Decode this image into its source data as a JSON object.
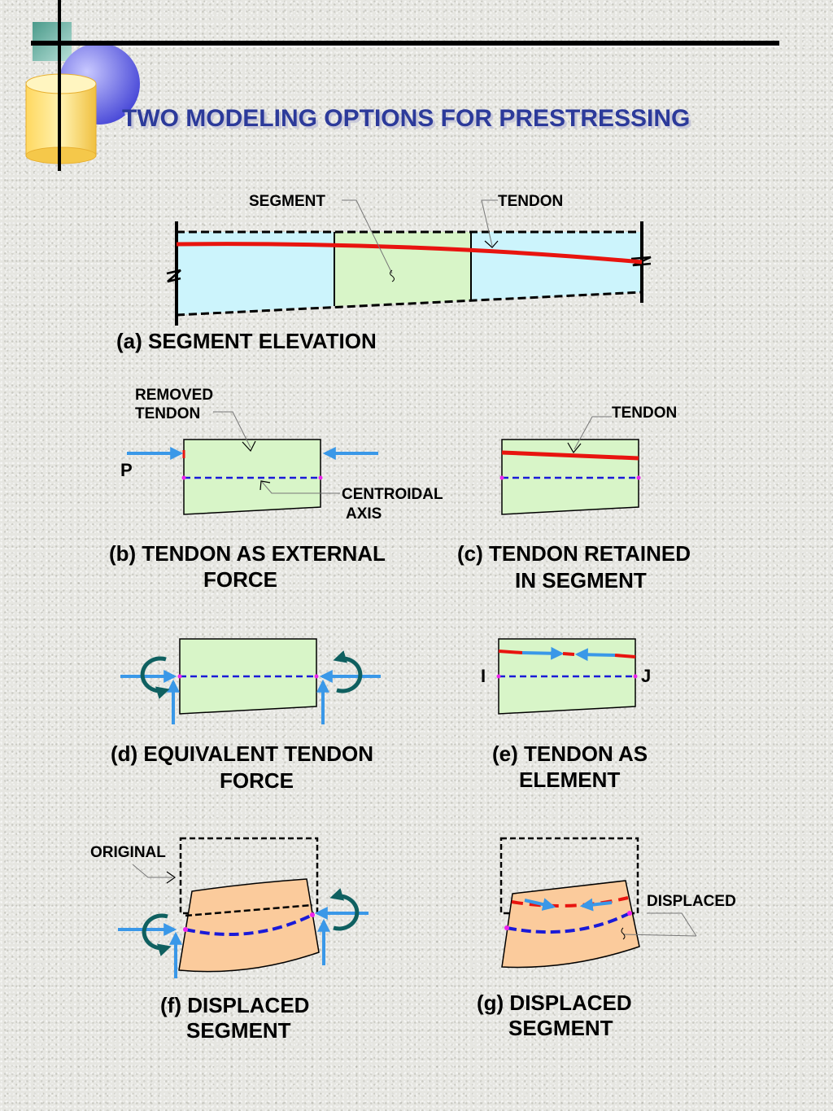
{
  "title": "TWO MODELING OPTIONS FOR PRESTRESSING",
  "colors": {
    "title": "#2c3a9a",
    "tendon": "#e8140f",
    "centroid": "#1a1ad8",
    "arrow": "#3a98e8",
    "moment": "#0f6060",
    "segment_green": "#d8f5c8",
    "segment_blue": "#ccf4fc",
    "displaced": "#fbcb9c",
    "node": "#ee22ee"
  },
  "icons": [
    "cylinder-decoration-icon",
    "circle-decoration-icon",
    "square-decoration-icon"
  ],
  "panel_a": {
    "caption": "(a) SEGMENT ELEVATION",
    "label_segment": "SEGMENT",
    "label_tendon": "TENDON"
  },
  "panel_b": {
    "caption_line1": "(b) TENDON AS EXTERNAL",
    "caption_line2": "FORCE",
    "label_removed_1": "REMOVED",
    "label_removed_2": "TENDON",
    "label_p": "P",
    "label_centroidal_1": "CENTROIDAL",
    "label_centroidal_2": "AXIS"
  },
  "panel_c": {
    "caption_line1": "(c) TENDON RETAINED",
    "caption_line2": "IN SEGMENT",
    "label_tendon": "TENDON"
  },
  "panel_d": {
    "caption_line1": "(d) EQUIVALENT TENDON",
    "caption_line2": "FORCE"
  },
  "panel_e": {
    "caption_line1": "(e) TENDON AS",
    "caption_line2": "ELEMENT",
    "label_i": "I",
    "label_j": "J"
  },
  "panel_f": {
    "caption_line1": "(f) DISPLACED",
    "caption_line2": "SEGMENT",
    "label_original": "ORIGINAL"
  },
  "panel_g": {
    "caption_line1": "(g) DISPLACED",
    "caption_line2": "SEGMENT",
    "label_displaced": "DISPLACED"
  }
}
